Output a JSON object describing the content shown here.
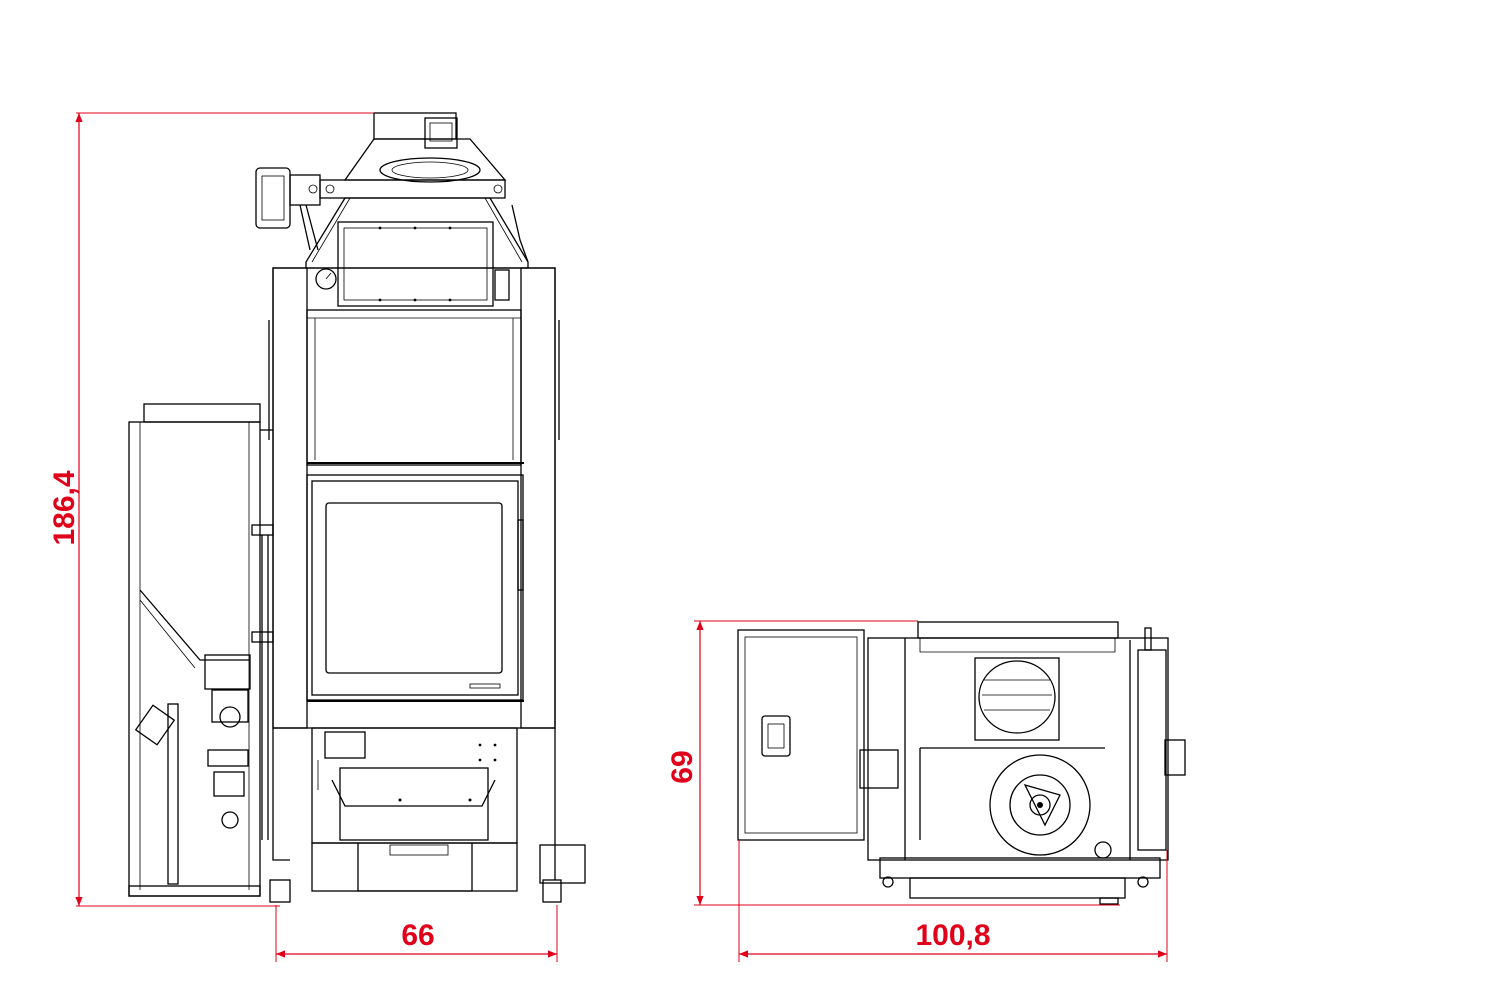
{
  "colors": {
    "dimension": "#e0001a",
    "drawing": "#000000",
    "background": "#ffffff"
  },
  "front_view": {
    "height_label": "186,4",
    "width_label": "66"
  },
  "top_view": {
    "depth_label": "69",
    "width_label": "100,8"
  }
}
